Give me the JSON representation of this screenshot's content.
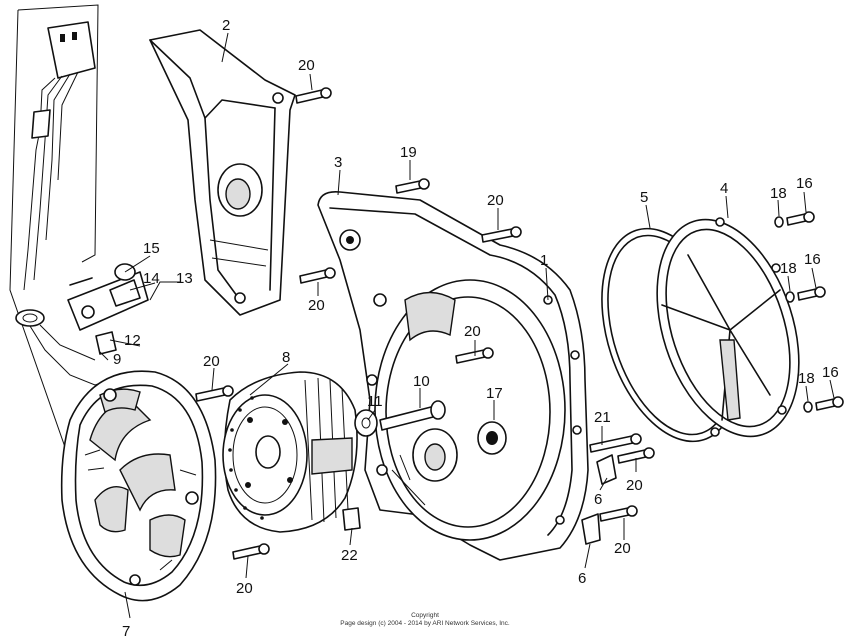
{
  "callouts": {
    "c1": "1",
    "c2": "2",
    "c3": "3",
    "c4": "4",
    "c5": "5",
    "c6a": "6",
    "c6b": "6",
    "c7": "7",
    "c8": "8",
    "c9": "9",
    "c10": "10",
    "c11": "11",
    "c12": "12",
    "c13": "13",
    "c14": "14",
    "c15": "15",
    "c16a": "16",
    "c16b": "16",
    "c16c": "16",
    "c17": "17",
    "c18a": "18",
    "c18b": "18",
    "c18c": "18",
    "c19": "19",
    "c20a": "20",
    "c20b": "20",
    "c20c": "20",
    "c20d": "20",
    "c20e": "20",
    "c20f": "20",
    "c20g": "20",
    "c20h": "20",
    "c21": "21",
    "c22": "22"
  },
  "copyright": {
    "line1": "Copyright",
    "line2": "Page design (c) 2004 - 2014 by ARI Network Services, Inc."
  }
}
